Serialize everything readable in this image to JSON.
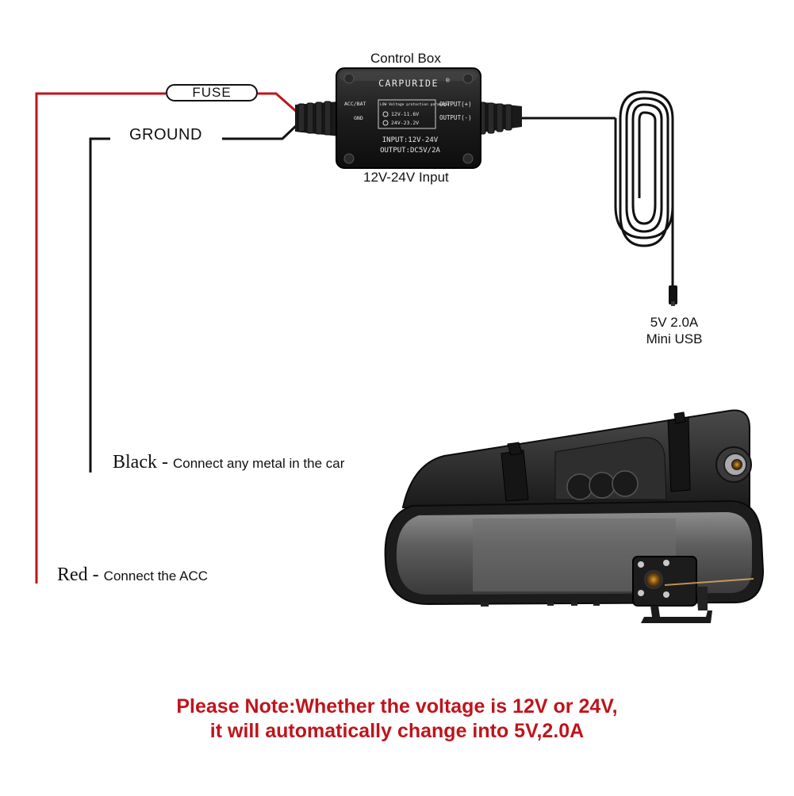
{
  "control_box": {
    "title": "Control Box",
    "brand": "CARPURIDE",
    "registered_mark": "®",
    "input_terminals": [
      "ACC/BAT",
      "GND"
    ],
    "panel_header": "LOW Voltage protection parameter",
    "protection_values": [
      "12V-11.6V",
      "24V-23.2V"
    ],
    "output_terminals": [
      "OUTPUT(+)",
      "OUTPUT(-)"
    ],
    "input_spec": "INPUT:12V-24V",
    "output_spec": "OUTPUT:DC5V/2A",
    "input_caption": "12V-24V Input"
  },
  "wires": {
    "fuse_label": "FUSE",
    "ground_label": "GROUND",
    "red_color": "#c0141c",
    "black_color": "#111111"
  },
  "usb": {
    "line1": "5V 2.0A",
    "line2": "Mini USB"
  },
  "legend": {
    "black_word": "Black",
    "black_sep": " - ",
    "black_desc": "Connect any metal in the car",
    "red_word": "Red",
    "red_sep": " - ",
    "red_desc": "Connect the ACC"
  },
  "note": {
    "line1": "Please Note:Whether the voltage is 12V or 24V,",
    "line2": "it will automatically change into 5V,2.0A",
    "color": "#c0141c"
  }
}
